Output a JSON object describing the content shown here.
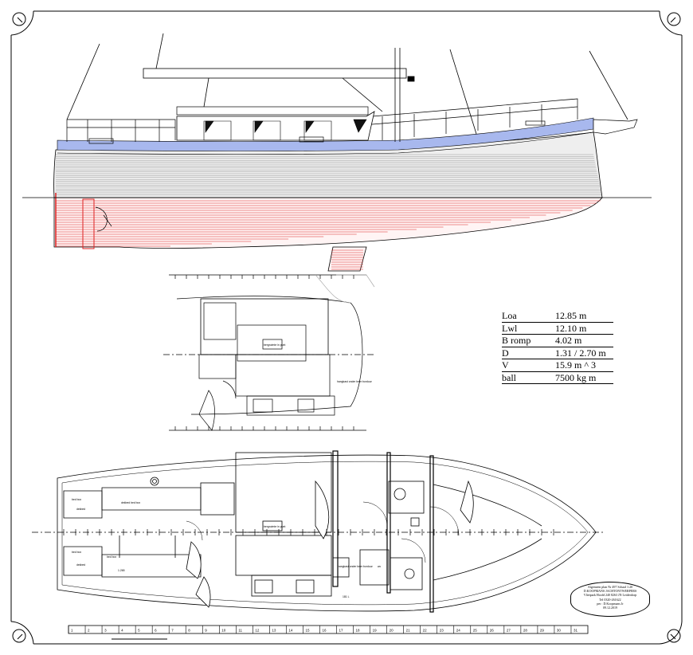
{
  "spec_table": [
    {
      "label": "Loa",
      "value": "12.85 m"
    },
    {
      "label": "Lwl",
      "value": "12.10 m"
    },
    {
      "label": "B romp",
      "value": "4.02 m"
    },
    {
      "label": "D",
      "value": "1.31 / 2.70 m"
    },
    {
      "label": "V",
      "value": "15.9 m ^ 3"
    },
    {
      "label": "ball",
      "value": "7500 kg m"
    }
  ],
  "title_block": {
    "line1": "Algemeen plan Nr 497 Schaal 1:20",
    "line2": "D.KOOPMANS JACHTONTWERPERS",
    "line3": "Vlietpark Hoofd 240 8263 JN Leiderdorp",
    "line4": "Tel 0320-261622",
    "line5": "per : D.Koopmans Jr",
    "line6": "09.12.2019"
  },
  "plan_labels": {
    "sofa": "dekbed",
    "bed1": "bed box",
    "bed2": "bed box",
    "bed3": "bed box",
    "kast": "dekbed bed box",
    "kast2": "dekbed",
    "pantry": "bergruimte in punt",
    "pantry_upper": "bergruimte in punt",
    "locker": "hangkast onder beer borduur",
    "locker_upper": "hangkast onder beer borduur",
    "wc": "wc",
    "tank1": "1.265",
    "tank2": "181 L"
  },
  "scale_ticks": [
    "1",
    "2",
    "3",
    "4",
    "5",
    "6",
    "7",
    "8",
    "9",
    "10",
    "11",
    "12",
    "13",
    "14",
    "15",
    "16",
    "17",
    "18",
    "19",
    "20",
    "21",
    "22",
    "23",
    "24",
    "25",
    "26",
    "27",
    "28",
    "29",
    "30",
    "31"
  ],
  "colors": {
    "antifouling": "#d22",
    "boottop": "#a8b8ee",
    "topside_lines": "#9a9a9a",
    "ink": "#000000"
  }
}
